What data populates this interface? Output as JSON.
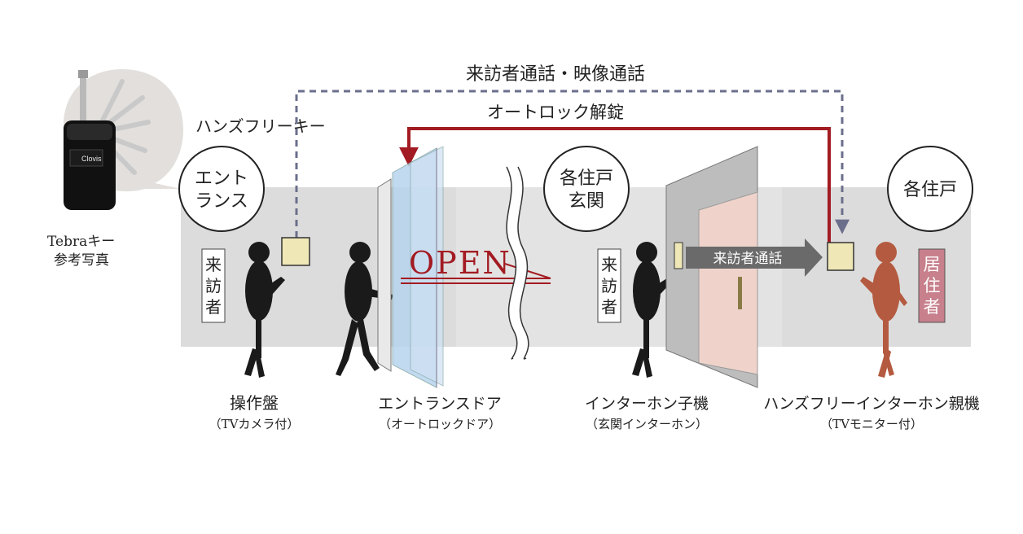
{
  "top_labels": {
    "visitor_call_video": "来訪者通話・映像通話",
    "autolock_release": "オートロック解錠",
    "handsfree_key": "ハンズフリーキー"
  },
  "circles": {
    "entrance_line1": "エント",
    "entrance_line2": "ランス",
    "unit_entrance_line1": "各住戸",
    "unit_entrance_line2": "玄関",
    "unit": "各住戸"
  },
  "key_photo": {
    "brand": "Clovis",
    "caption_line1": "Tebraキー",
    "caption_line2": "参考写真"
  },
  "visitor_tag": [
    "来",
    "訪",
    "者"
  ],
  "resident_tag": [
    "居",
    "住",
    "者"
  ],
  "open_text": "OPEN",
  "visitor_call_arrow": "来訪者通話",
  "bottom_labels": {
    "panel": "操作盤",
    "panel_sub": "（TVカメラ付）",
    "entrance_door": "エントランスドア",
    "entrance_door_sub": "（オートロックドア）",
    "intercom_sub_unit": "インターホン子機",
    "intercom_sub_unit_sub": "（玄関インターホン）",
    "handsfree_master": "ハンズフリーインターホン親機",
    "handsfree_master_sub": "（TVモニター付）"
  },
  "colors": {
    "dashed_line": "#6b6f8c",
    "red_line": "#a31b22",
    "wall": "#dcdcdc",
    "figure": "#1a1a1a",
    "resident": "#b45a40",
    "resident_tag_bg": "#c7808c",
    "device": "#efe7b6",
    "glass": "#b8d4ee",
    "door": "#efd3cb",
    "arrow_gray": "#6a6a6a"
  }
}
